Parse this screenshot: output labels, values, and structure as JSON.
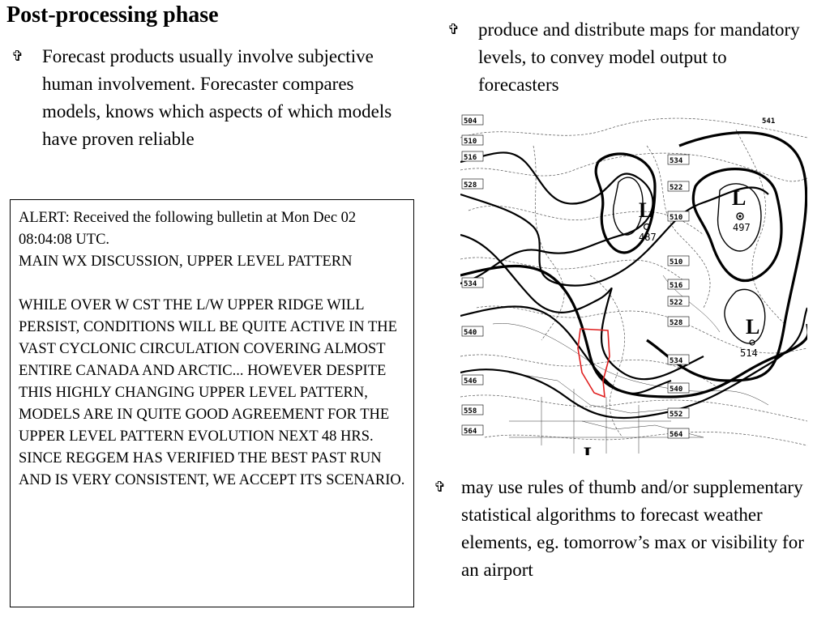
{
  "slide": {
    "title": "Post-processing phase",
    "bullet_icon": "cross-icon",
    "bullets": [
      "Forecast products usually involve subjective human involvement. Forecaster compares models, knows which aspects of which models have proven reliable",
      "produce and distribute maps for mandatory levels, to convey model output to forecasters",
      "may use rules of thumb and/or supplementary statistical algorithms to forecast weather elements, eg. tomorrow’s max or visibility for an airport"
    ]
  },
  "bulletin": {
    "lines": [
      "ALERT: Received the following bulletin at Mon Dec 02 08:04:08 UTC.",
      "MAIN WX DISCUSSION, UPPER LEVEL PATTERN",
      "",
      "WHILE OVER W CST THE L/W UPPER RIDGE WILL PERSIST, CONDITIONS WILL BE QUITE ACTIVE IN THE VAST CYCLONIC CIRCULATION COVERING ALMOST ENTIRE CANADA AND ARCTIC... HOWEVER DESPITE THIS HIGHLY CHANGING UPPER LEVEL PATTERN, MODELS ARE IN QUITE GOOD AGREEMENT FOR THE UPPER LEVEL PATTERN EVOLUTION NEXT 48 HRS. SINCE REGGEM HAS VERIFIED THE BEST PAST RUN AND IS VERY CONSISTENT, WE ACCEPT ITS SCENARIO."
    ]
  },
  "map": {
    "contour_labels_left": [
      "504",
      "510",
      "516",
      "528",
      "534",
      "540",
      "546",
      "558",
      "564"
    ],
    "contour_labels_inner": [
      "534",
      "522",
      "510",
      "510",
      "516",
      "522",
      "528",
      "534",
      "540",
      "552",
      "564",
      "541"
    ],
    "lows": [
      {
        "letter": "L",
        "value": "487"
      },
      {
        "letter": "L",
        "value": "497"
      },
      {
        "letter": "L",
        "value": "514"
      },
      {
        "letter": "L",
        "value": ""
      }
    ],
    "highlight_color": "#e02020"
  }
}
